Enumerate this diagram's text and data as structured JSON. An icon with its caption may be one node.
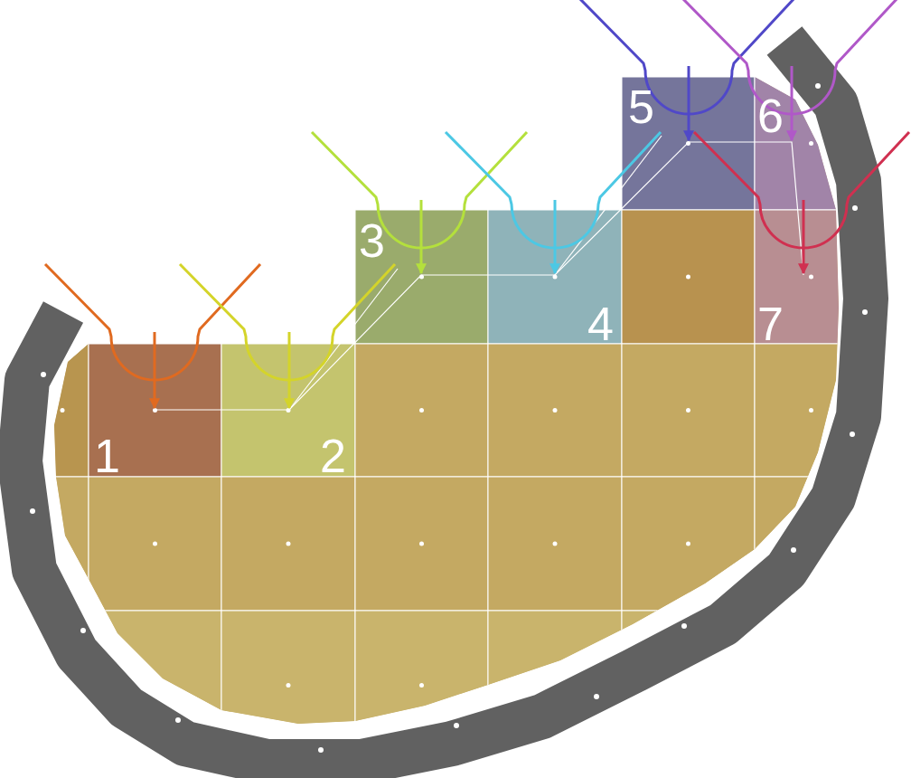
{
  "diagram": {
    "labels": [
      "5",
      "6",
      "3",
      "4",
      "7",
      "1",
      "2"
    ]
  }
}
